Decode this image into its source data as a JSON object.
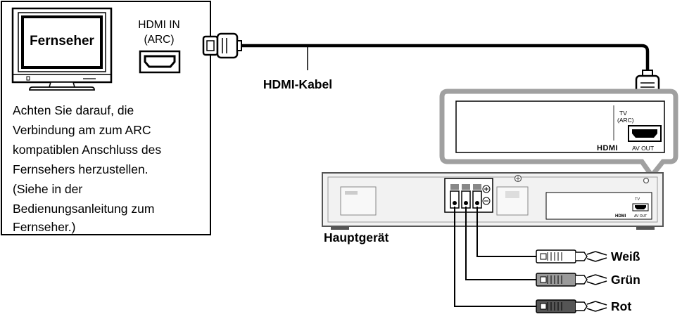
{
  "tv_panel": {
    "tv_label": "Fernseher",
    "port_label_line1": "HDMI IN",
    "port_label_line2": "(ARC)",
    "note_lines": [
      "Achten Sie darauf, die",
      "Verbindung am zum ARC",
      "kompatiblen Anschluss des",
      "Fernsehers herzustellen.",
      "(Siehe in der",
      "Bedienungsanleitung zum",
      "Fernseher.)"
    ]
  },
  "cable_label": "HDMI-Kabel",
  "main_unit": {
    "label": "Hauptgerät",
    "zoom_port_line1": "TV",
    "zoom_port_line2": "(ARC)",
    "zoom_hdmi_logo": "HDMI",
    "zoom_av_out": "AV OUT",
    "small_hdmi_logo": "HDMI",
    "small_av_out": "AV OUT",
    "small_tv_label": "TV"
  },
  "speaker_wires": [
    {
      "label": "Weiß",
      "fill": "#ffffff"
    },
    {
      "label": "Grün",
      "fill": "#9a9a9a"
    },
    {
      "label": "Rot",
      "fill": "#555555"
    }
  ],
  "colors": {
    "line": "#000000",
    "zoom_frame": "#a0a0a0",
    "device_body": "#f2f2f2",
    "device_edge": "#555555"
  }
}
